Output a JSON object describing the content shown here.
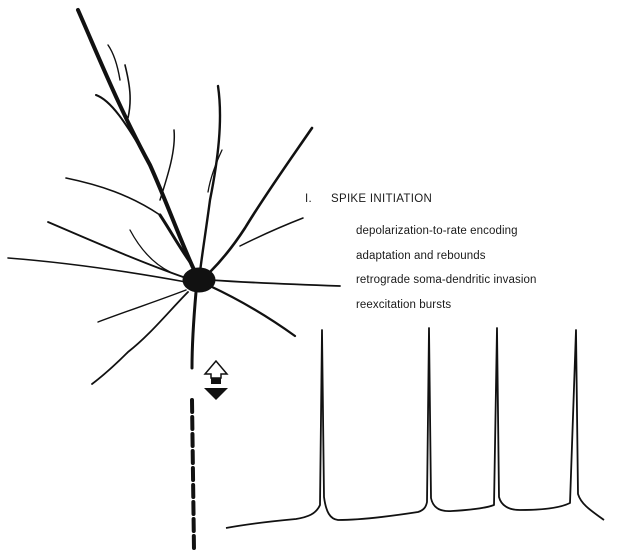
{
  "section": {
    "number": "I.",
    "title": "SPIKE INITIATION"
  },
  "items": [
    "depolarization-to-rate encoding",
    "adaptation and rebounds",
    "retrograde soma-dendritic invasion",
    "reexcitation bursts"
  ],
  "icons": {
    "arrows": "up-down-double-arrow-icon"
  }
}
